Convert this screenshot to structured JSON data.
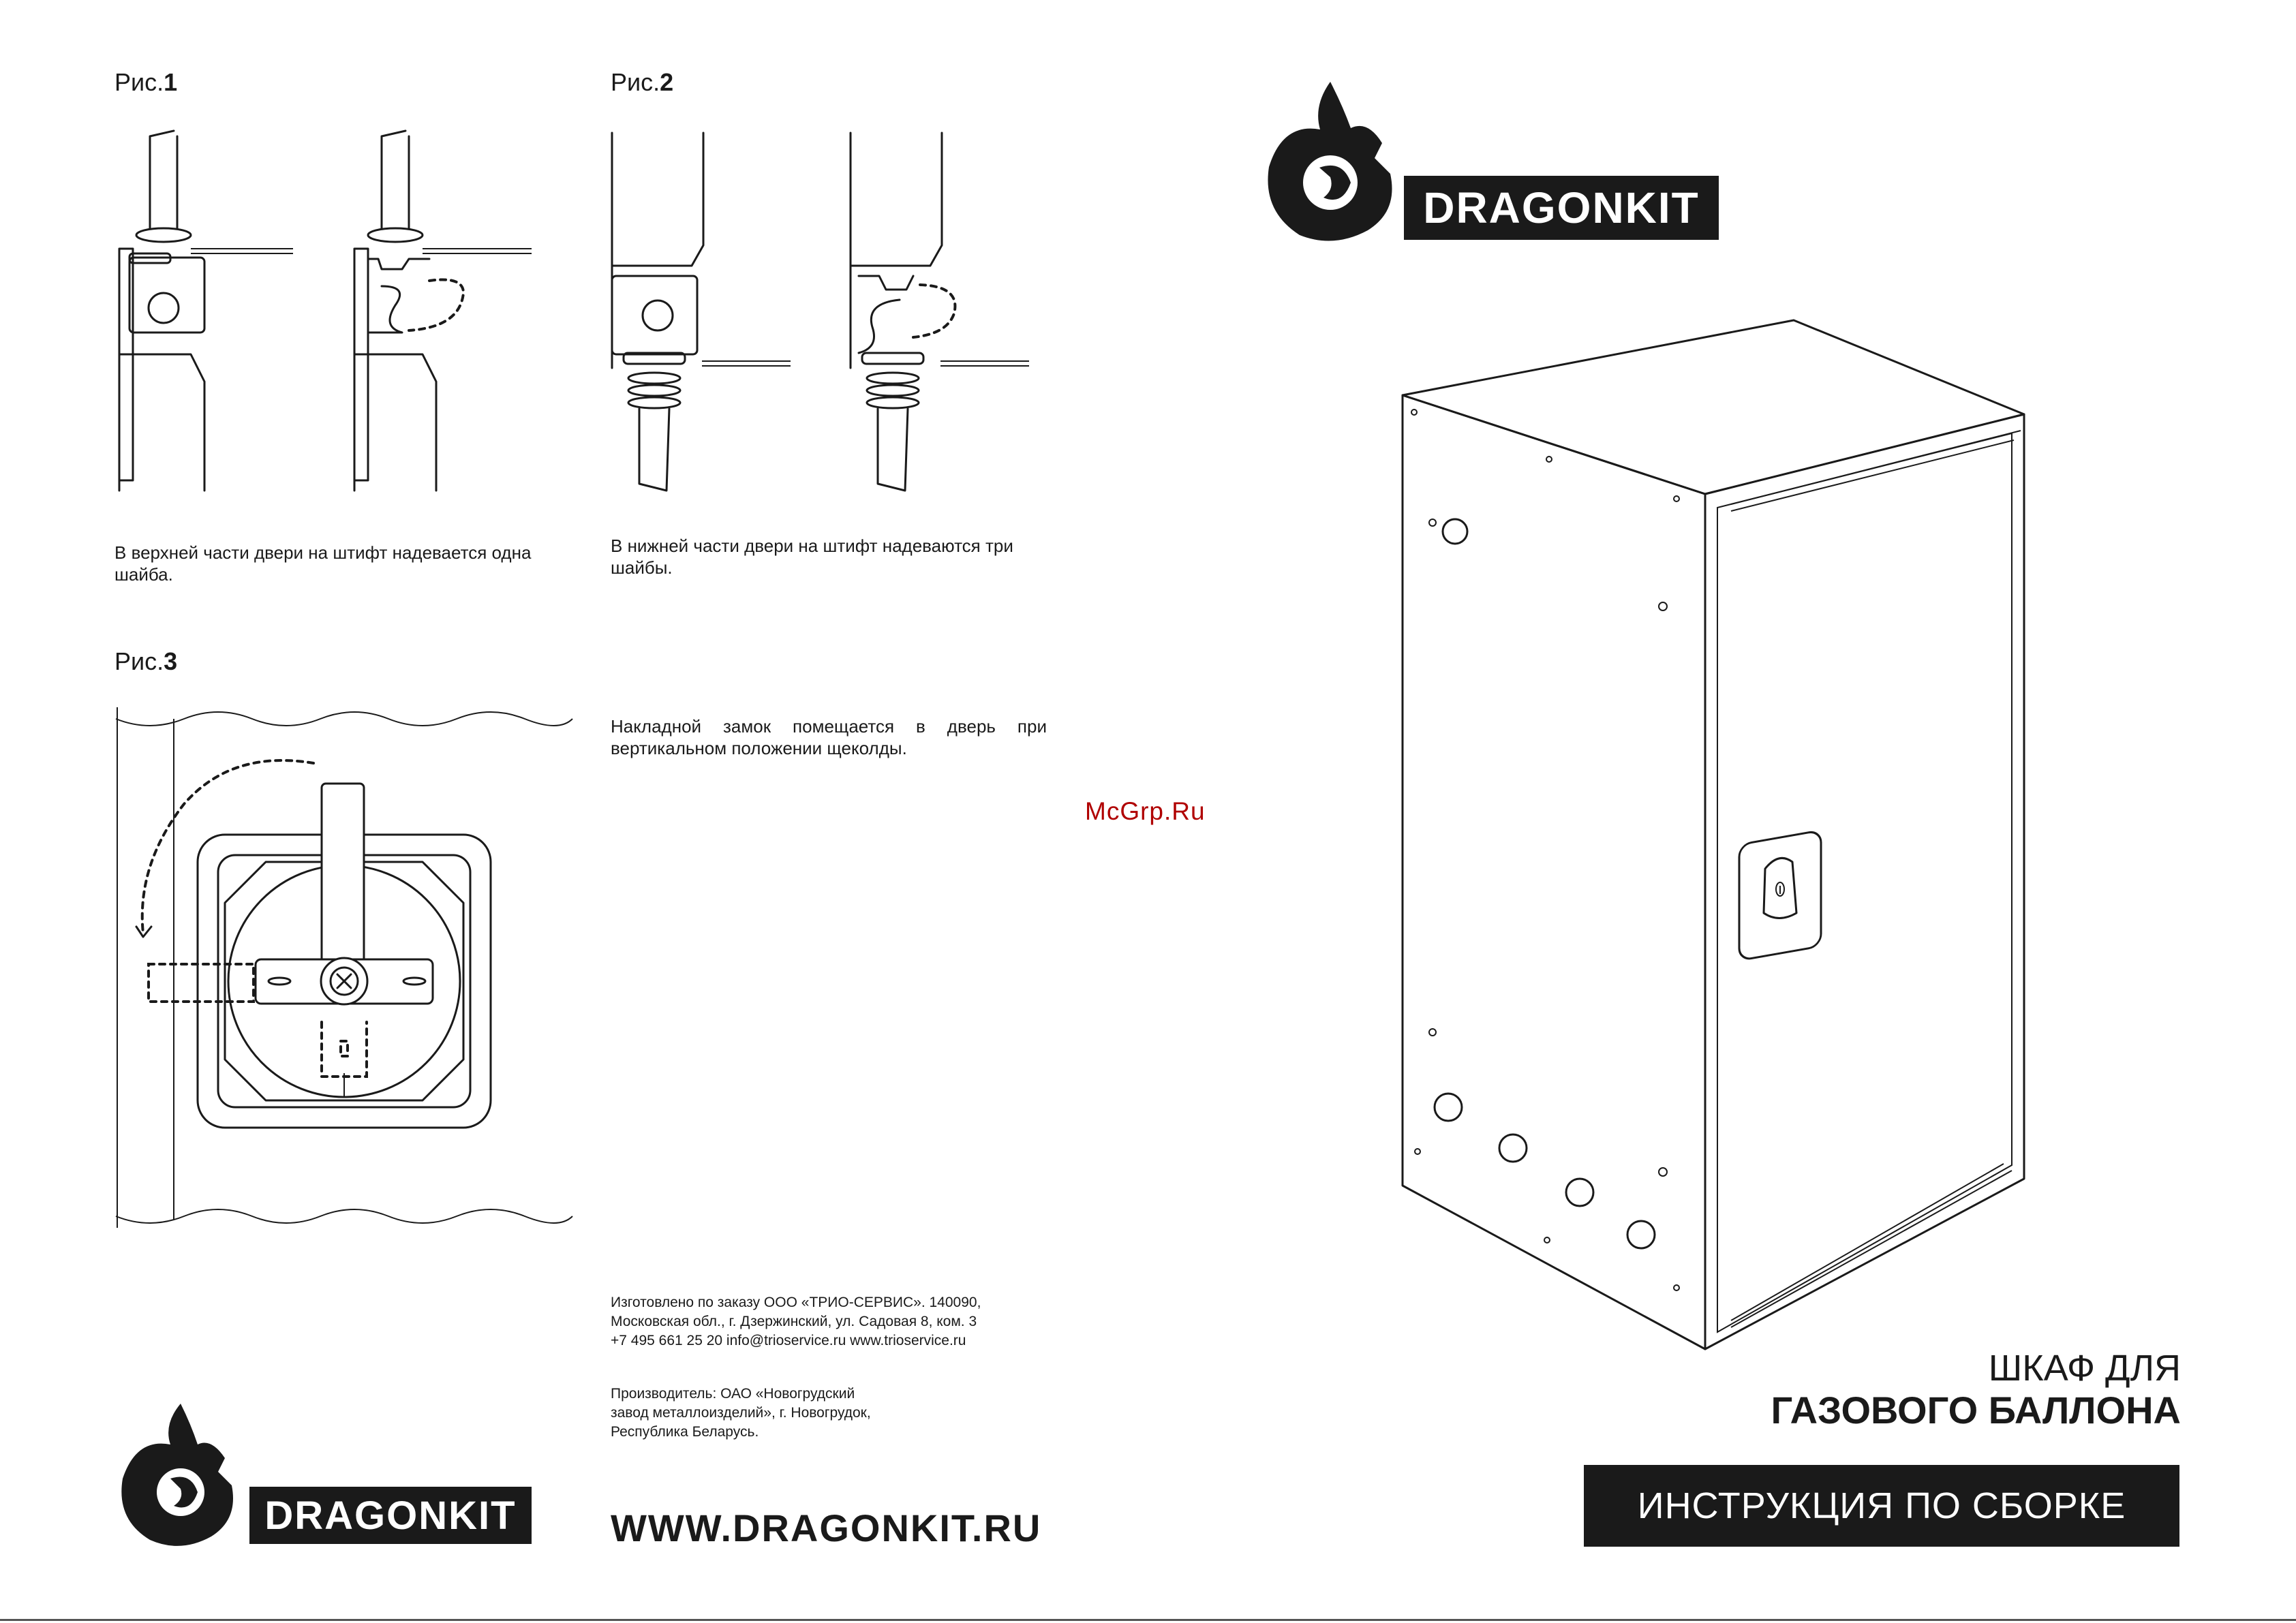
{
  "figures": [
    {
      "prefix": "Рис.",
      "num": "1",
      "caption": "В верхней части двери на штифт надевается одна шайба."
    },
    {
      "prefix": "Рис.",
      "num": "2",
      "caption": "В нижней части двери на штифт надеваются три шайбы."
    },
    {
      "prefix": "Рис.",
      "num": "3",
      "caption": "Накладной замок помещается в дверь при вертикальном положении щеколды."
    }
  ],
  "watermark": "McGrp.Ru",
  "brand": {
    "name": "DRAGONKIT",
    "website": "WWW.DRAGONKIT.RU"
  },
  "imprint": {
    "lines": [
      "Изготовлено по заказу ООО «ТРИО-СЕРВИС». 140090,",
      "Московская обл., г. Дзержинский, ул. Садовая 8, ком. 3",
      "+7 495 661 25 20  info@trioservice.ru  www.trioservice.ru"
    ]
  },
  "manufacturer": {
    "lines": [
      "Производитель: ОАО «Новогрудский",
      "завод металлоизделий», г. Новогрудок,",
      "Республика Беларусь."
    ]
  },
  "product": {
    "title_line1": "ШКАФ ДЛЯ",
    "title_line2": "ГАЗОВОГО БАЛЛОНА",
    "banner": "ИНСТРУКЦИЯ ПО СБОРКЕ"
  },
  "colors": {
    "ink": "#1a1a1a",
    "watermark": "#b00000",
    "paper": "#ffffff"
  },
  "icons": [
    "dragon-logo-icon"
  ]
}
